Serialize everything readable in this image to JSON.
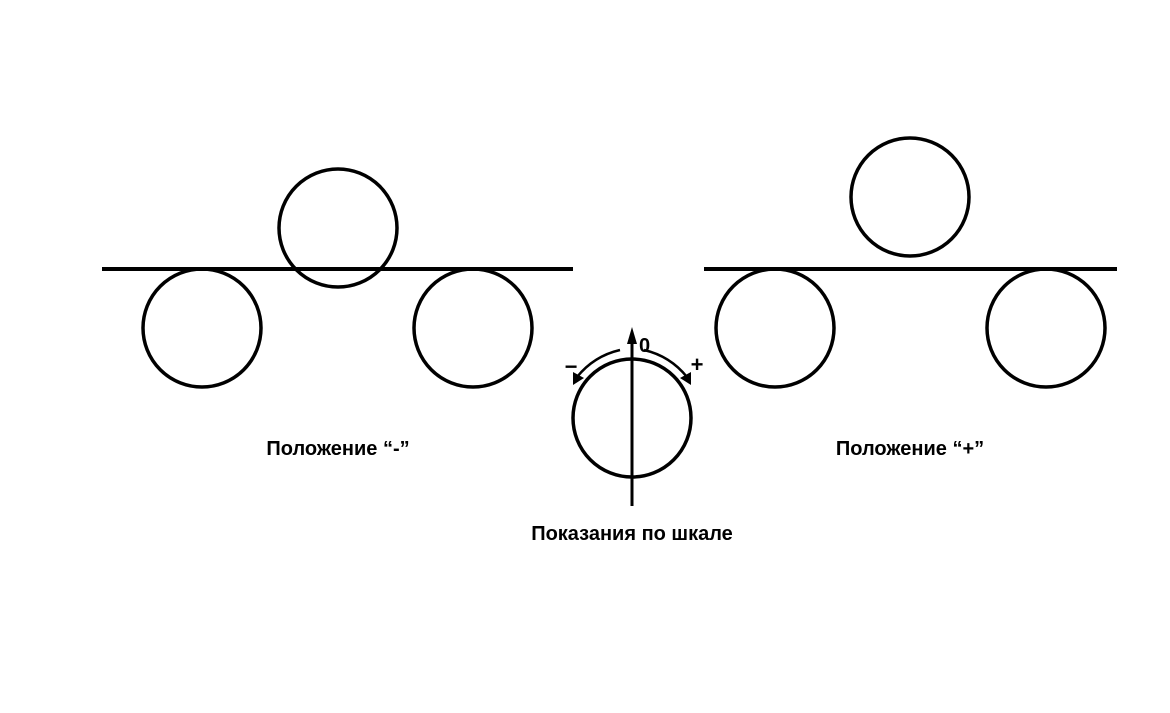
{
  "labels": {
    "minus_position": "Положение “-”",
    "plus_position": "Положение “+”",
    "scale_reading": "Показания по шкале"
  },
  "dial": {
    "zero": "0",
    "minus": "−",
    "plus": "+"
  },
  "colors": {
    "ink": "#000000",
    "background": "#ffffff"
  }
}
